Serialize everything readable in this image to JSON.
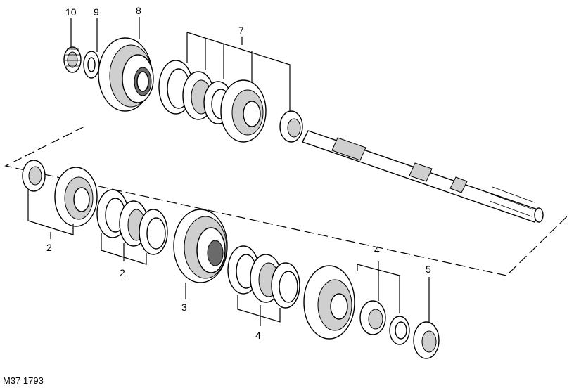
{
  "figure": {
    "reference": "M37 1793",
    "callouts": {
      "c10": "10",
      "c9": "9",
      "c8": "8",
      "c7": "7",
      "c2a": "2",
      "c2b": "2",
      "c3": "3",
      "c4a": "4",
      "c4b": "4",
      "c5": "5"
    }
  }
}
